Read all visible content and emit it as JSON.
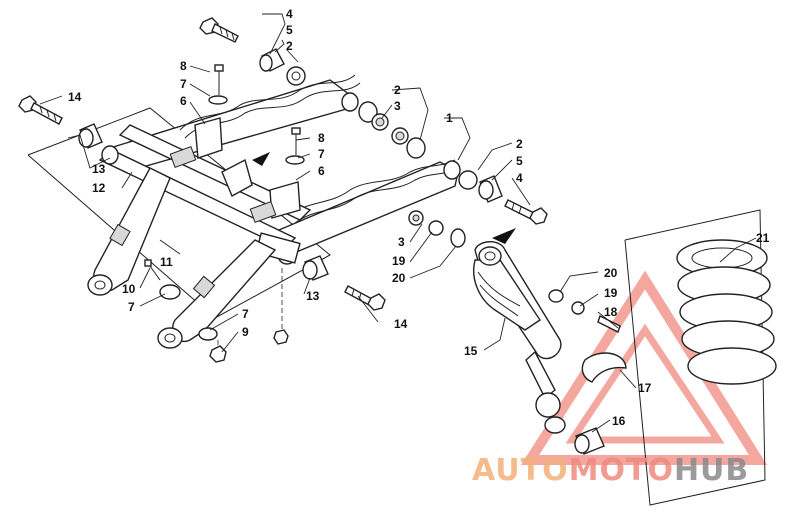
{
  "callouts": {
    "c4a": "4",
    "c5a": "5",
    "c2a": "2",
    "c8a": "8",
    "c7a": "7",
    "c6a": "6",
    "c14a": "14",
    "c13a": "13",
    "c12": "12",
    "c2b": "2",
    "c3a": "3",
    "c1": "1",
    "c8b": "8",
    "c7b": "7",
    "c6b": "6",
    "c2c": "2",
    "c5b": "5",
    "c4b": "4",
    "c11": "11",
    "c10": "10",
    "c7c": "7",
    "c7d": "7",
    "c9": "9",
    "c13b": "13",
    "c14b": "14",
    "c3b": "3",
    "c19a": "19",
    "c20a": "20",
    "c20b": "20",
    "c19b": "19",
    "c18": "18",
    "c15": "15",
    "c17": "17",
    "c16": "16",
    "c21": "21"
  },
  "watermark": {
    "part1": "AUTO",
    "part2": "MOTO",
    "part3": "HUB",
    "color_primary": "#f08a80",
    "color_secondary": "#f4b07a",
    "color_dark": "#8a8a8a"
  }
}
